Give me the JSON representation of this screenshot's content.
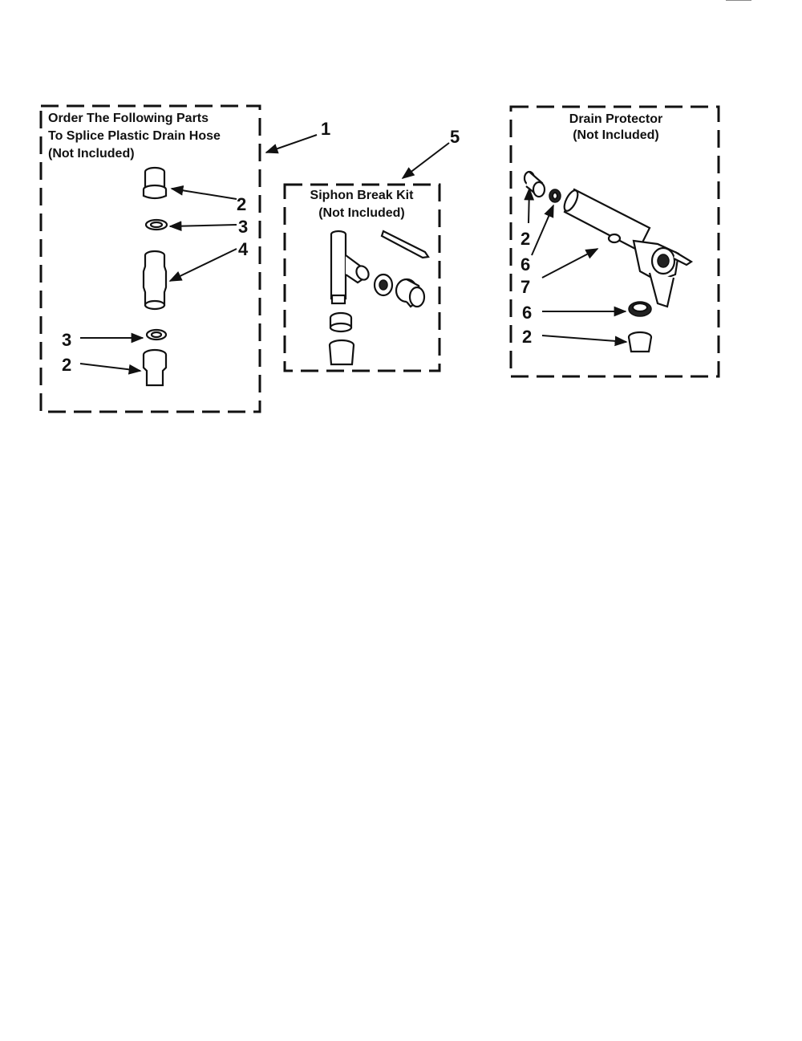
{
  "page_corner_text": "——",
  "groups": {
    "splice": {
      "title_lines": [
        "Order The Following Parts",
        "To Splice Plastic Drain Hose",
        "(Not Included)"
      ]
    },
    "siphon": {
      "title_lines": [
        "Siphon Break Kit",
        "(Not Included)"
      ]
    },
    "protector": {
      "title_lines": [
        "Drain Protector",
        "(Not Included)"
      ]
    }
  },
  "callouts": {
    "splice_group": "1",
    "splice_top_coupler": "2",
    "splice_top_clamp": "3",
    "splice_connector": "4",
    "splice_bottom_clamp": "3",
    "splice_bottom_coupler": "2",
    "siphon_group": "5",
    "protector_left_coupler": "2",
    "protector_left_gasket": "6",
    "protector_body": "7",
    "protector_bottom_gasket": "6",
    "protector_bottom_coupler": "2"
  },
  "colors": {
    "ink": "#111111",
    "paper": "#ffffff"
  }
}
